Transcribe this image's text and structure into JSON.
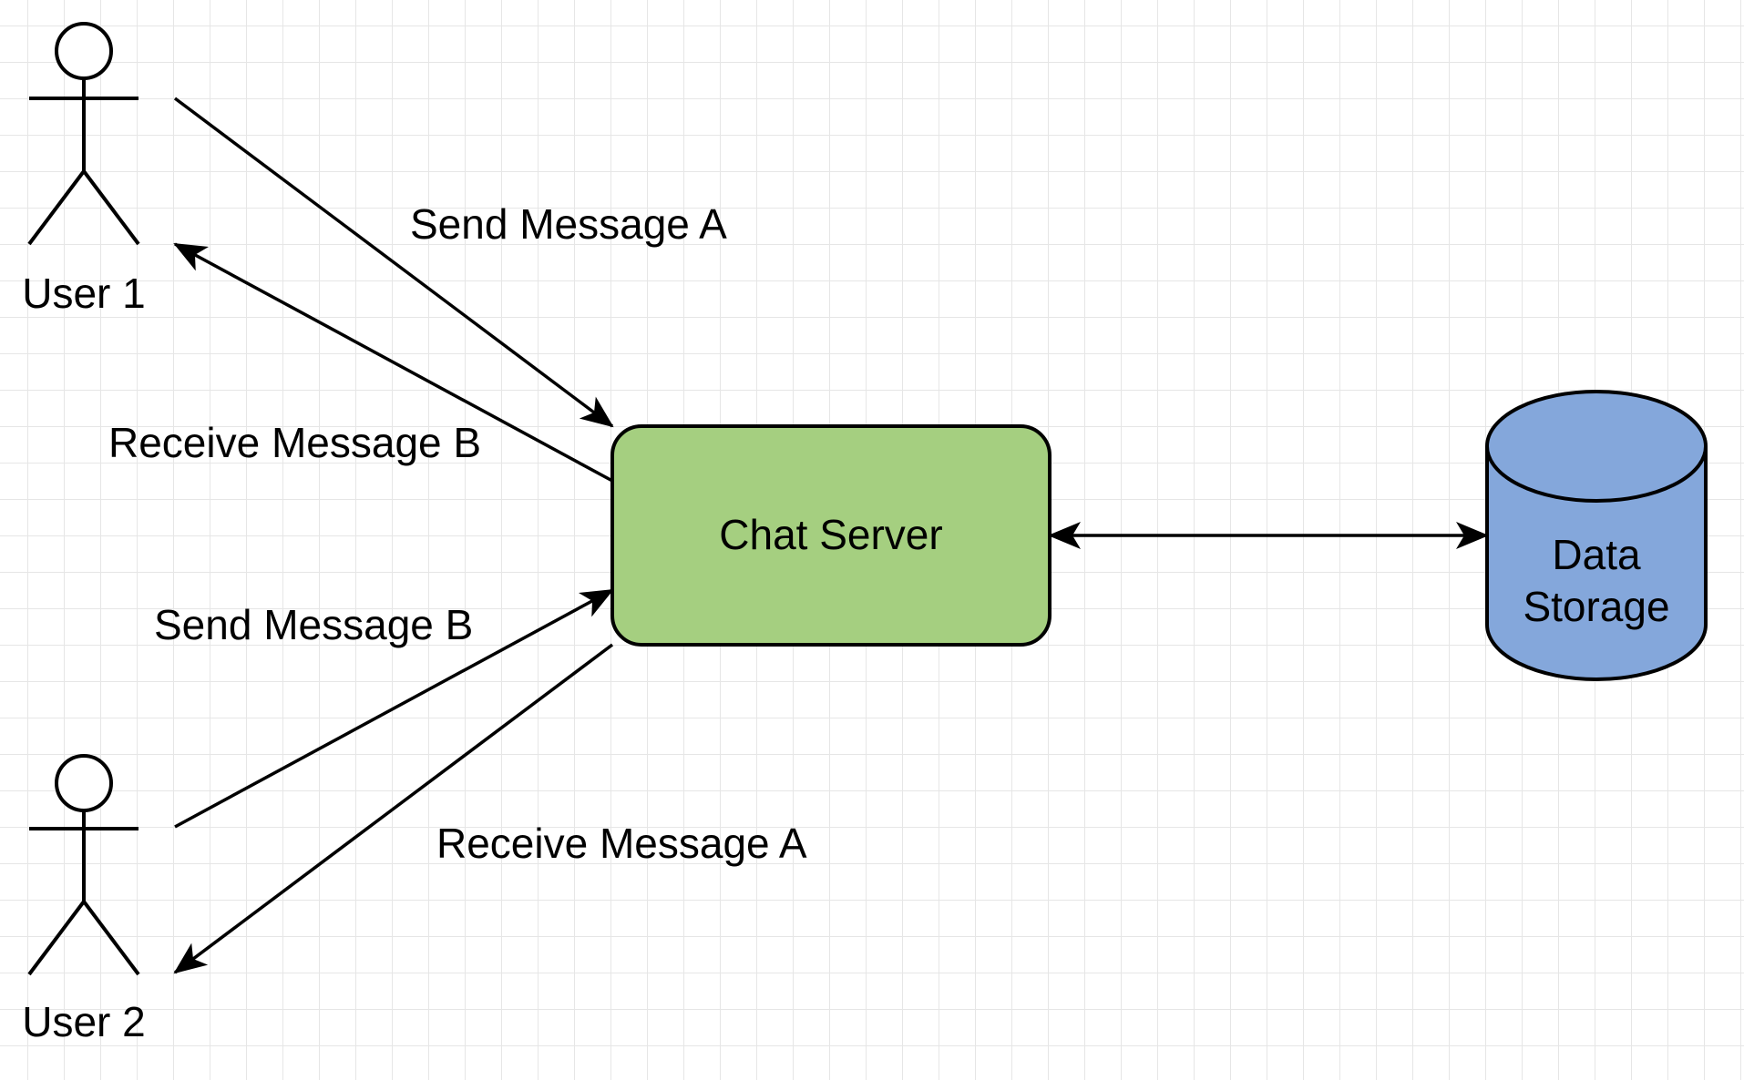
{
  "actors": [
    {
      "label": "User 1"
    },
    {
      "label": "User 2"
    }
  ],
  "server": {
    "label": "Chat Server",
    "fill": "#a5cf80",
    "stroke": "#000000"
  },
  "storage": {
    "label": "Data Storage",
    "line1": "Data",
    "line2": "Storage",
    "fill": "#84a7db",
    "stroke": "#000000"
  },
  "edges": [
    {
      "from": "User 1",
      "to": "Chat Server",
      "label": "Send Message A"
    },
    {
      "from": "Chat Server",
      "to": "User 1",
      "label": "Receive Message B"
    },
    {
      "from": "User 2",
      "to": "Chat Server",
      "label": "Send Message B"
    },
    {
      "from": "Chat Server",
      "to": "User 2",
      "label": "Receive Message A"
    },
    {
      "from": "Chat Server",
      "to": "Data Storage",
      "label": "",
      "bidirectional": true
    }
  ],
  "colors": {
    "grid": "#e6e6e6",
    "line": "#000000",
    "background": "#ffffff"
  }
}
